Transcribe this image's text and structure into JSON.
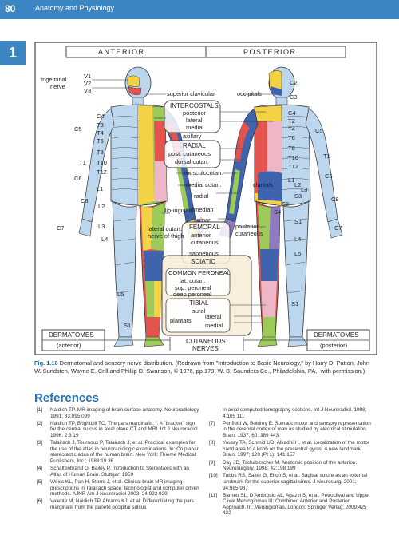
{
  "header": {
    "page_number": "80",
    "running_head": "Anatomy and Physiology",
    "chapter_tab": "1"
  },
  "figure": {
    "anterior": "ANTERIOR",
    "posterior": "POSTERIOR",
    "left_labels": {
      "trigeminal": "trigeminal",
      "nerve": "nerve",
      "v1": "V1",
      "v2": "V2",
      "v3": "V3",
      "c5": "C5",
      "c4": "C4",
      "t3": "T3",
      "t4": "T4",
      "t6": "T6",
      "t8": "T8",
      "t10": "T10",
      "t12": "T12",
      "t1": "T1",
      "c6": "C6",
      "c8": "C8",
      "l1": "L1",
      "l2": "L2",
      "l3": "L3",
      "l4": "L4",
      "l5": "L5",
      "c7": "C7",
      "s1": "S1"
    },
    "right_labels": {
      "c2": "C2",
      "c3": "C3",
      "c4": "C4",
      "t2": "T2",
      "t4": "T4",
      "t6": "T6",
      "t8": "T8",
      "t10": "T10",
      "t12": "T12",
      "c5": "C5",
      "t1": "T1",
      "c6": "C6",
      "c8": "C8",
      "c7": "C7",
      "l1": "L1",
      "l2": "L2",
      "l3": "L3",
      "s3": "S3",
      "s2": "S2",
      "s4": "S4",
      "s1": "S1",
      "s1b": "S1",
      "l4": "L4",
      "l5": "L5"
    },
    "center_labels": {
      "superior_clavicular": "superior clavicular",
      "occipitals": "occipitals",
      "intercostals": "INTERCOSTALS",
      "posterior": "posterior",
      "lateral": "lateral",
      "medial": "medial",
      "axillary": "axillary",
      "radial_box": "RADIAL",
      "post_cutaneous": "post. cutaneous",
      "dorsal_cutan": "dorsal cutan.",
      "musculocutan": "musculocutan.",
      "medial_cutan": "medial cutan.",
      "radial": "radial",
      "clunials": "clunials",
      "ilio_inguinal": "ilio-inguinal",
      "median": "median",
      "ulnar": "ulnar",
      "lateral_cutan": "lateral cutan.",
      "nerve_of_thigh": "nerve of thigh",
      "femoral": "FEMORAL",
      "anterior_cut": "anterior",
      "cutaneous": "cutaneous",
      "saphenous": "saphenous",
      "posterior_cut": "posterior",
      "cutaneous_cut": "cutaneous",
      "sciatic": "SCIATIC",
      "common_peroneal": "COMMON PERONEAL",
      "lat_cutan": "lat. cutan.",
      "sup_peroneal": "sup. peroneal",
      "deep_peroneal": "deep peroneal",
      "tibial": "TIBIAL",
      "sural": "sural",
      "plantars": "plantars",
      "lateral_pl": "lateral",
      "medial_pl": "medial"
    },
    "footer": {
      "dermatomes_left": "DERMATOMES",
      "anterior_paren": "(anterior)",
      "cutaneous": "CUTANEOUS",
      "nerves": "NERVES",
      "dermatomes_right": "DERMATOMES",
      "posterior_paren": "(posterior)"
    },
    "colors": {
      "green": "#9ccb5a",
      "yellow": "#f3d245",
      "red": "#e2544d",
      "blue": "#3f63ad",
      "light_blue": "#bcd6ee",
      "pink": "#eeb7c8",
      "violet": "#8e7bbd"
    }
  },
  "caption": {
    "label": "Fig. 1.16",
    "text": " Dermatomal and sensory nerve distribution. (Redrawn from \"Introduction to Basic Neurology,\" by Harry D. Patton, John W. Sundsten, Wayne E. Crill and Phillip D. Swanson, © 1976, pp 173, W. B. Saunders Co., Philadelphia, PA,- with permission.)"
  },
  "references": {
    "heading": "References",
    "left": [
      {
        "num": "[1]",
        "text": "Naidich TP. MR imaging of brain surface anatomy. Neuroradiology 1991; 33:095 099"
      },
      {
        "num": "[2]",
        "text": "Naidich TP, Brightbill TC. The pars marginalis, I: A \"bracket\" sign for the central sulcus in axial plane CT and MRI. Int J Neuroradiol 1996; 2:3 19"
      },
      {
        "num": "[3]",
        "text": "Talairach J, Tournoux P, Talairach J, et al. Practical examples for the use of the atlas in neuroradiologic examinations. In: Co planar stereotactic atlas of the human brain. New York: Thieme Medical Publishers, Inc.; 1988:19 36"
      },
      {
        "num": "[4]",
        "text": "Schaltenbrand G, Bailey P. Introduction to Stereotaxis with an Atlas of Human Brain. Stuttgart 1959"
      },
      {
        "num": "[5]",
        "text": "Weiss KL, Pan H, Storrs J, et al. Clinical brain MR imaging prescriptions in Talairach space: technologist and computer driven methods. AJNR Am J Neuroradiol 2003; 24:922 929"
      },
      {
        "num": "[6]",
        "text": "Valente M, Naidich TP, Abrams KJ, et al. Differentiating the pars marginalis from the parieto occipital sulcus"
      }
    ],
    "right": [
      {
        "num": "",
        "text": "in axial computed tomography sections. Int J Neuroradiol. 1998; 4:105 111"
      },
      {
        "num": "[7]",
        "text": "Penfield W, Boldrey E. Somatic motor and sensory representation in the cerebral cortex of man as studied by electrical stimulation. Brain. 1937; 60: 389 443"
      },
      {
        "num": "[8]",
        "text": "Yousry TA, Schmid UD, Alkadhi H, et al. Localization of the motor hand area to a knob on the precentral gyrus. A new landmark. Brain. 1997; 120 (Pt 1): 141 157"
      },
      {
        "num": "[9]",
        "text": "Day JD, Tschabitscher M. Anatomic position of the asterion. Neurosurgery. 1998; 42:198 199"
      },
      {
        "num": "[10]",
        "text": "Tubbs RS, Salter G, Elton S, et al. Sagittal suture as an external landmark for the superior sagittal sinus. J Neurosurg. 2001; 94:985 987"
      },
      {
        "num": "[11]",
        "text": "Barnett SL, D'Ambrosio AL, Agazzi S, et al. Petroclival and Upper Clival Meningiomas III: Combined Anterior and Posterior Approach. In: Meningiomas. London: Springer Verlag; 2009:425 432"
      }
    ]
  }
}
